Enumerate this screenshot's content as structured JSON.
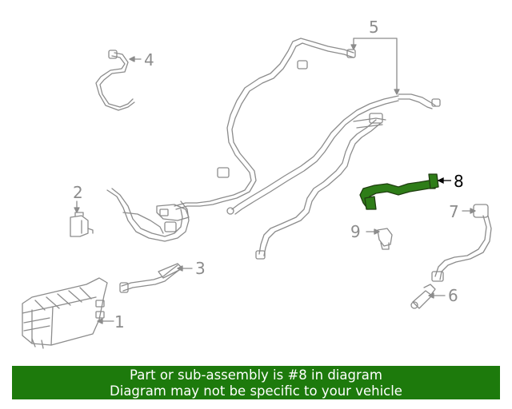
{
  "callouts": [
    {
      "id": "1",
      "label": "1",
      "highlighted": false
    },
    {
      "id": "2",
      "label": "2",
      "highlighted": false
    },
    {
      "id": "3",
      "label": "3",
      "highlighted": false
    },
    {
      "id": "4",
      "label": "4",
      "highlighted": false
    },
    {
      "id": "5",
      "label": "5",
      "highlighted": false
    },
    {
      "id": "6",
      "label": "6",
      "highlighted": false
    },
    {
      "id": "7",
      "label": "7",
      "highlighted": false
    },
    {
      "id": "8",
      "label": "8",
      "highlighted": true
    },
    {
      "id": "9",
      "label": "9",
      "highlighted": false
    }
  ],
  "banner": {
    "line1": "Part or sub-assembly is #8 in diagram",
    "line2": "Diagram may not be specific to your vehicle",
    "background_color": "#1d7a0c"
  },
  "colors": {
    "line_art": "#8c8c8c",
    "highlight_part": "#2e7d18",
    "highlight_label": "#000000"
  }
}
